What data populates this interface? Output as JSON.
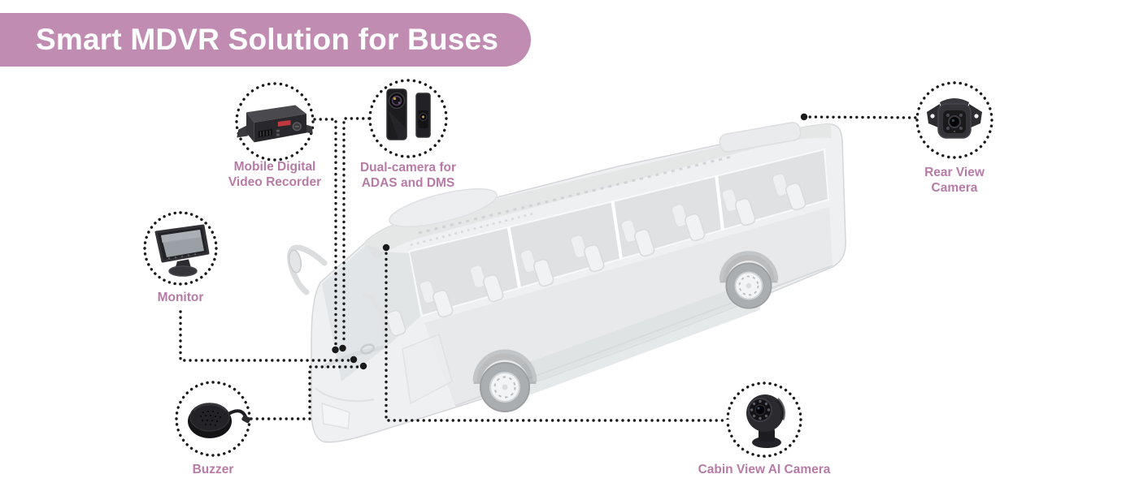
{
  "title": {
    "text": "Smart MDVR Solution for Buses"
  },
  "colors": {
    "banner_background": "#c18cb2",
    "banner_text": "#ffffff",
    "label_text": "#b77ba6",
    "connector_dots": "#1a1a1a",
    "background": "#ffffff",
    "bus_body": "#ededee"
  },
  "components": [
    {
      "id": "mdvr",
      "icon": "mdvr-recorder-icon",
      "label_line1": "Mobile Digital",
      "label_line2": "Video Recorder"
    },
    {
      "id": "dual-camera",
      "icon": "dual-camera-icon",
      "label_line1": "Dual-camera for",
      "label_line2": "ADAS and DMS"
    },
    {
      "id": "rear-camera",
      "icon": "rear-view-camera-icon",
      "label_line1": "Rear View",
      "label_line2": "Camera"
    },
    {
      "id": "monitor",
      "icon": "monitor-icon",
      "label_line1": "Monitor"
    },
    {
      "id": "buzzer",
      "icon": "buzzer-icon",
      "label_line1": "Buzzer"
    },
    {
      "id": "cabin-camera",
      "icon": "cabin-ai-camera-icon",
      "label_line1": "Cabin View AI Camera"
    }
  ]
}
